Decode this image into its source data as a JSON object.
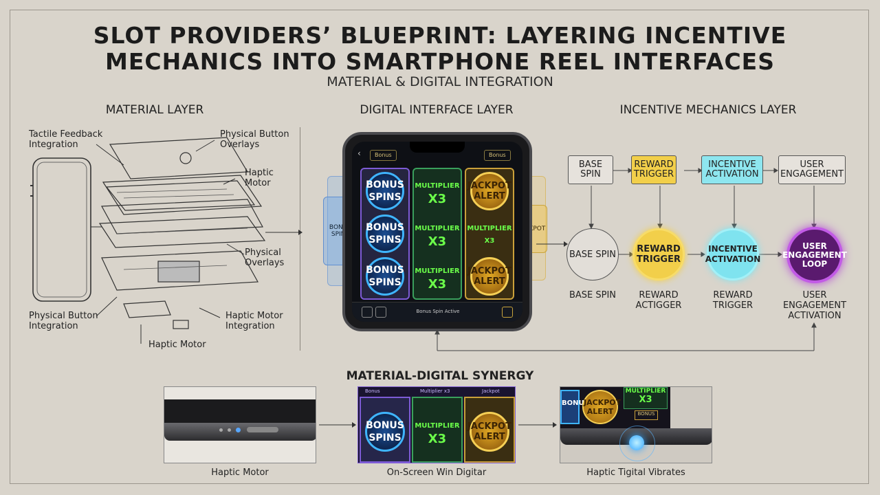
{
  "title": {
    "line1": "Slot Providers’ Blueprint: Layering Incentive",
    "line2": "Mechanics into Smartphone Reel Interfaces",
    "subtitle": "Material & Digital Integration"
  },
  "material": {
    "heading": "Material Layer",
    "callouts": {
      "tactile": [
        "Tactile Feedback",
        "Integration"
      ],
      "physical_button_overlays": [
        "Physical Button",
        "Overlays"
      ],
      "haptic_motor_top": [
        "Haptic",
        "Motor"
      ],
      "physical_overlays": [
        "Physical",
        "Overlays"
      ],
      "physical_button_integration": [
        "Physical Button",
        "Integration"
      ],
      "haptic_motor_integration": [
        "Haptic Motor",
        "Integration"
      ],
      "haptic_motor_bottom": "Haptic Motor"
    }
  },
  "digital": {
    "heading": "Digital Interface Layer",
    "top_left_tag": "Bonus",
    "top_right_tag": "Bonus",
    "side_left_ghost": "Bonus Spins",
    "side_right_ghost": "Jackpot",
    "status_text": "Bonus Spin Active",
    "reels": {
      "col1": [
        "Bonus Spins",
        "Bonus Spins",
        "Bonus Spins"
      ],
      "col2": [
        {
          "top": "Multiplier",
          "big": "x3"
        },
        {
          "top": "Multiplier",
          "big": "x3"
        },
        {
          "top": "Multiplier",
          "big": "x3"
        }
      ],
      "col3": [
        "Jackpot Alert",
        "Multiplier x3",
        "Jackpot Alert"
      ]
    },
    "colors": {
      "bonus": "#3fb5ff",
      "multiplier": "#6bff4a",
      "jackpot": "#f5cf55",
      "reel_purple": "#7d5bd6"
    }
  },
  "incentive": {
    "heading": "Incentive Mechanics Layer",
    "top_boxes": [
      "Base Spin",
      "Reward Trigger",
      "Incentive Activation",
      "User Engagement"
    ],
    "circles": [
      "Base Spin",
      "Reward Trigger",
      "Incentive Activation",
      "User Engagement Loop"
    ],
    "captions": [
      "Base Spin",
      "Reward Actigger",
      "Reward Trigger",
      "User Engagement Activation"
    ],
    "colors": {
      "reward": "#f2cf4a",
      "incentive": "#7fe3ef",
      "engagement": "#b44bd6"
    }
  },
  "synergy": {
    "heading": "Material-Digital Synergy",
    "panels": [
      {
        "caption": "Haptic Motor"
      },
      {
        "caption": "On-Screen Win Digitar",
        "reel_tags": [
          "Bonus",
          "Multiplier x3",
          "Jackpot"
        ],
        "symbols": [
          "Bonus Spins",
          "Multiplier",
          "x3",
          "Jackpot Alert"
        ]
      },
      {
        "caption": "Haptic Tigital Vibrates",
        "symbols": [
          "Bonus",
          "Jackpot Alert",
          "Multiplier",
          "x3",
          "Bonus"
        ]
      }
    ]
  }
}
